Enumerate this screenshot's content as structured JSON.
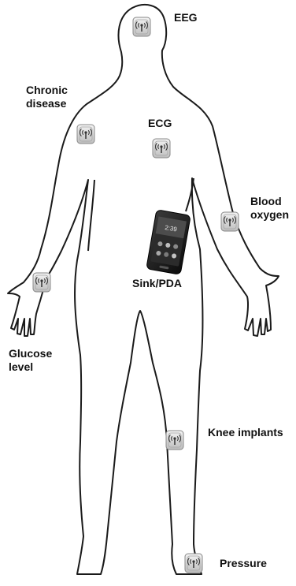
{
  "labels": {
    "eeg": "EEG",
    "chronic_line1": "Chronic",
    "chronic_line2": "disease",
    "ecg": "ECG",
    "blood_line1": "Blood",
    "blood_line2": "oxygen",
    "sink": "Sink/PDA",
    "glucose_line1": "Glucose",
    "glucose_line2": "level",
    "knee": "Knee implants",
    "pressure": "Pressure"
  },
  "phone_screen": {
    "time": "2:39"
  },
  "sensor_icon": "wireless-sensor-icon",
  "colors": {
    "outline": "#1a1a1a",
    "sensor_fill": "#d8d8d8",
    "label": "#111111"
  }
}
